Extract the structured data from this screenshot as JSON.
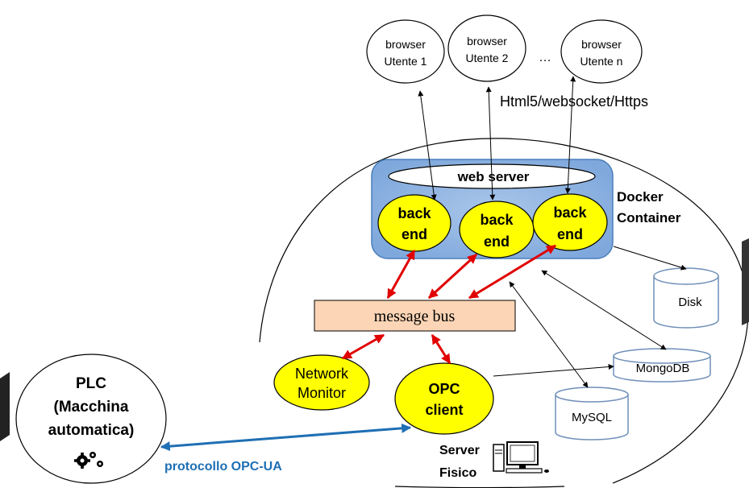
{
  "browsers": [
    {
      "line1": "browser",
      "line2": "Utente 1"
    },
    {
      "line1": "browser",
      "line2": "Utente 2"
    },
    {
      "line1": "browser",
      "line2": "Utente n"
    }
  ],
  "browser_ellipsis": "…",
  "protocol_label": "Html5/websocket/Https",
  "web_server_label": "web server",
  "backends": [
    {
      "line1": "back",
      "line2": "end"
    },
    {
      "line1": "back",
      "line2": "end"
    },
    {
      "line1": "back",
      "line2": "end"
    }
  ],
  "docker_label": {
    "line1": "Docker",
    "line2": "Container"
  },
  "message_bus_label": "message bus",
  "network_monitor": {
    "line1": "Network",
    "line2": "Monitor"
  },
  "opc_client": {
    "line1": "OPC",
    "line2": "client"
  },
  "databases": {
    "disk": "Disk",
    "mongodb": "MongoDB",
    "mysql": "MySQL"
  },
  "plc": {
    "line1": "PLC",
    "line2": "(Macchina",
    "line3": "automatica)"
  },
  "opcua_label": "protocollo OPC-UA",
  "server_label": {
    "line1": "Server",
    "line2": "Fisico"
  },
  "colors": {
    "docker_fill": "#8eb4e3",
    "docker_stroke": "#4a7ebb",
    "component_fill": "#ffff00",
    "bus_fill": "#fbd5b5",
    "red_arrow": "#e00000",
    "blue_arrow": "#1f6fb4",
    "blue_text": "#1f6fb4"
  }
}
